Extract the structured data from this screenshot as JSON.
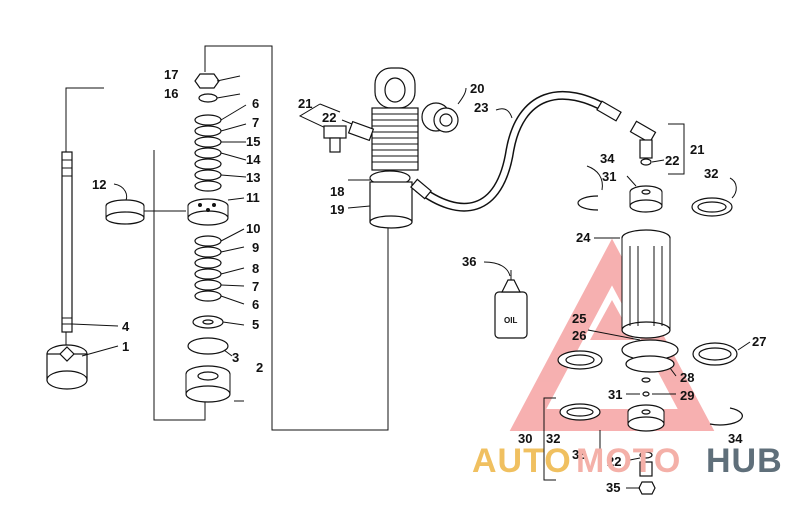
{
  "labels": {
    "p1": "1",
    "p2": "2",
    "p3": "3",
    "p4": "4",
    "p5": "5",
    "p6a": "6",
    "p6b": "6",
    "p7a": "7",
    "p7b": "7",
    "p8": "8",
    "p9": "9",
    "p10": "10",
    "p11": "11",
    "p12": "12",
    "p13": "13",
    "p14": "14",
    "p15": "15",
    "p16": "16",
    "p17": "17",
    "p18": "18",
    "p19": "19",
    "p20": "20",
    "p21a": "21",
    "p21b": "21",
    "p22a": "22",
    "p22b": "22",
    "p22c": "22",
    "p23": "23",
    "p24": "24",
    "p25": "25",
    "p26": "26",
    "p27": "27",
    "p28": "28",
    "p29": "29",
    "p30": "30",
    "p31a": "31",
    "p31b": "31",
    "p32a": "32",
    "p32b": "32",
    "p33": "33",
    "p34a": "34",
    "p34b": "34",
    "p35": "35",
    "p36": "36"
  },
  "bottle_text": "OIL",
  "watermark": {
    "part1": "AUTO",
    "part2": "MOTO",
    "part3": "HUB"
  }
}
